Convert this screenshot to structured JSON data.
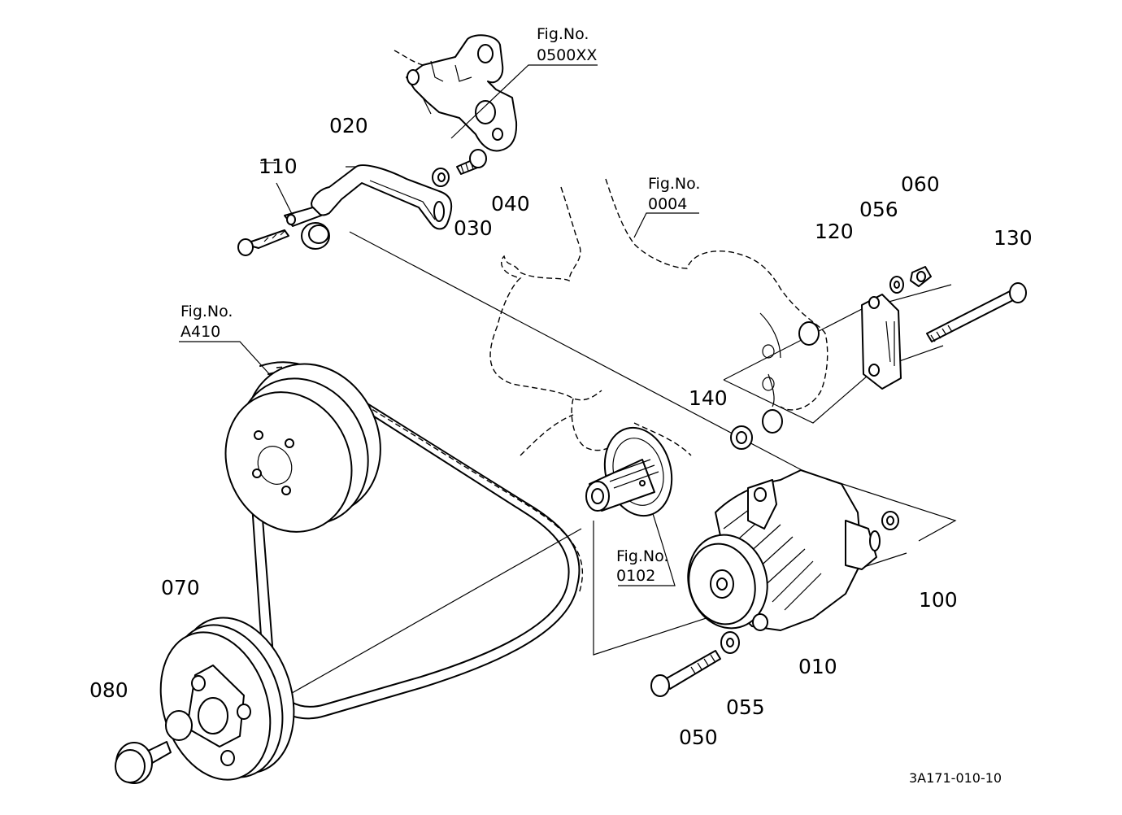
{
  "diagram": {
    "part_labels": {
      "p010": "010",
      "p020": "020",
      "p030": "030",
      "p040": "040",
      "p050": "050",
      "p055": "055",
      "p056": "056",
      "p060": "060",
      "p070": "070",
      "p080": "080",
      "p100": "100",
      "p110": "110",
      "p120": "120",
      "p130": "130",
      "p140": "140"
    },
    "figure_refs": {
      "fig_0500xx": {
        "caption": "Fig.No.",
        "number": "0500XX"
      },
      "fig_0004": {
        "caption": "Fig.No.",
        "number": "0004"
      },
      "fig_a410": {
        "caption": "Fig.No.",
        "number": "A410"
      },
      "fig_0102": {
        "caption": "Fig.No.",
        "number": "0102"
      }
    },
    "drawing_code": "3A171-010-10"
  }
}
